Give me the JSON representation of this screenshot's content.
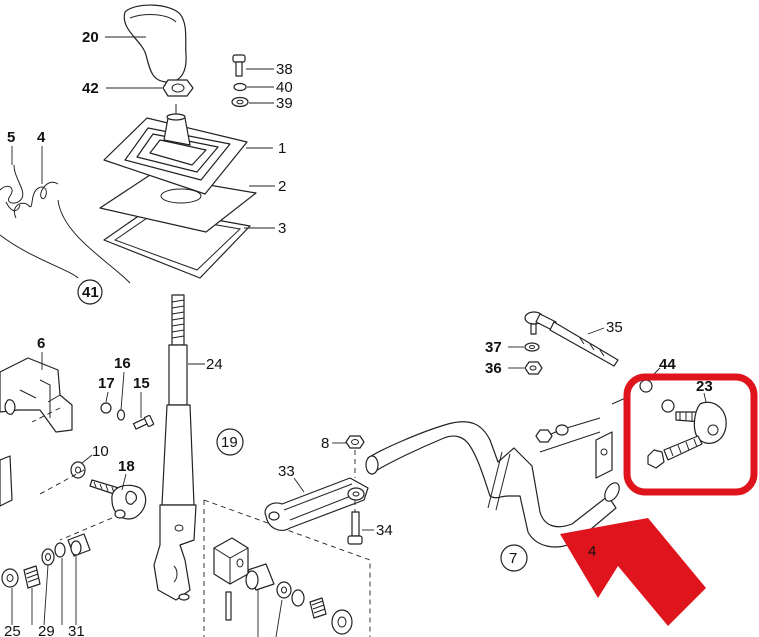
{
  "diagram": {
    "labels": {
      "p1": "1",
      "p2": "2",
      "p3": "3",
      "p4": "4",
      "p5": "5",
      "p6": "6",
      "p7": "7",
      "p8": "8",
      "p10": "10",
      "p15": "15",
      "p16": "16",
      "p17": "17",
      "p18": "18",
      "p19": "19",
      "p20": "20",
      "p23": "23",
      "p24": "24",
      "p25": "25",
      "p29": "29",
      "p31": "31",
      "p33": "33",
      "p34": "34",
      "p35": "35",
      "p36": "36",
      "p37": "37",
      "p38": "38",
      "p39": "39",
      "p40": "40",
      "p41": "41",
      "p42": "42",
      "p44": "44"
    }
  },
  "colors": {
    "highlight": "#e0141c",
    "arrow": "#e0141c",
    "line": "#222222",
    "background": "#ffffff"
  },
  "icons": {
    "callout_box": "rounded-rectangle-highlight",
    "pointer": "arrow-pointing-up-left"
  }
}
